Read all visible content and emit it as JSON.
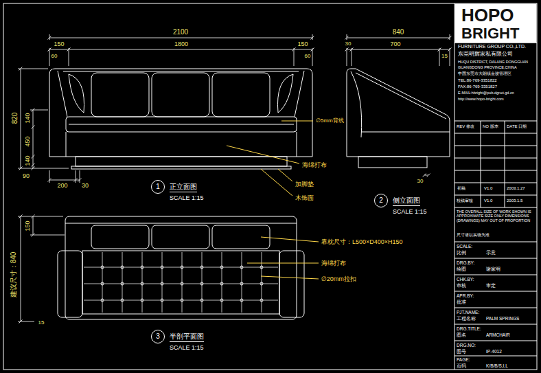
{
  "diagram": {
    "nodes": [
      {
        "text": [
          "1",
          "正立面图",
          "SCALE 1:15"
        ]
      },
      {
        "text": [
          "2",
          "侧立面图",
          "SCALE 1:15"
        ]
      },
      {
        "text": [
          "3",
          "半剖平面图",
          "SCALE 1:15"
        ]
      }
    ],
    "labels": [
      "2100",
      "150",
      "1800",
      "150",
      "60",
      "60",
      "820",
      "140",
      "450",
      "140",
      "90",
      "200",
      "30",
      "∅5mm背线",
      "海绵打布",
      "加脚垫",
      "木饰面",
      "840",
      "30",
      "700",
      "15",
      "30",
      "150",
      "靠枕尺寸：L500×D400×H150",
      "海绵打布",
      "∅20mm拉扣",
      "建议尺寸：840",
      "15",
      "HOPO",
      "BRIGHT",
      "FURNITURE GROUP CO.,LTD.",
      "东莞明辉家私有限公司",
      "HUQU DISTRICT, DALANG DONGGUAN",
      "GUANGDONG PROVINCE,CHINA",
      "中国东莞市大朗镇金骏管理区",
      "TEL:86-769-3351822",
      "FAX:86-769-3351827",
      "E-MAIL:hbright@pub.dgnet.gd.cn",
      "http://www.hopo-bright.com",
      "REV 修改",
      "NO 版本",
      "DATE 日期",
      "初稿",
      "V1.0",
      "2003.1.27",
      "校稿审核",
      "V1.0",
      "2003.1.5",
      "THE OVERALL SIZE OF WORK SHOWN IS APPROXIMATE SIZE ONLY DIMENSIONS (DRAWINGS) MAY OUT OF PROPORTION",
      "尺寸请以实物为准",
      "SCALE:",
      "比例",
      "示意",
      "DRG.BY:",
      "绘图",
      "谢家明",
      "CHK.BY:",
      "审核",
      "审定",
      "APR.BY:",
      "批准",
      "PJT.NAME:",
      "工程名称",
      "PALM SPRINGS",
      "DRG.TITLE:",
      "图名",
      "ARMCHAIR",
      "DRG.NO:",
      "图号",
      "IP-4012",
      "PAGE:",
      "页码",
      "K/B/B/S,I,L"
    ]
  }
}
